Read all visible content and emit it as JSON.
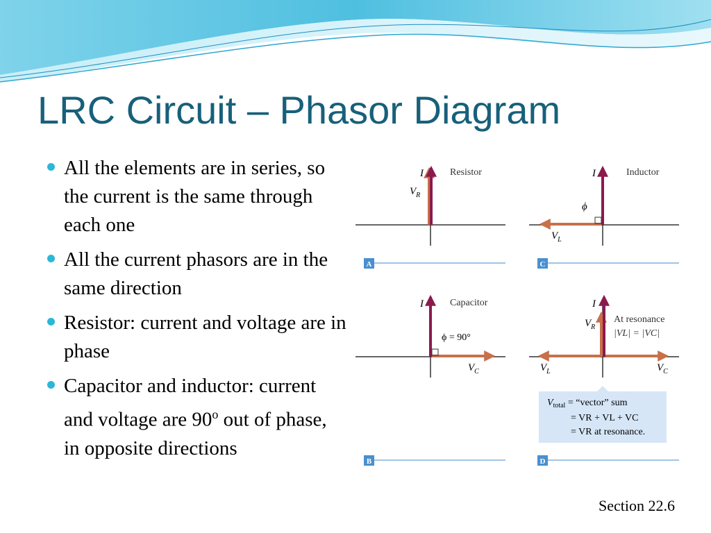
{
  "slide": {
    "title": "LRC Circuit – Phasor Diagram",
    "bullets": [
      "All the elements are in series, so the current is the same through each one",
      "All the current phasors are in the same direction",
      "Resistor: current and voltage are in phase",
      "Capacitor and inductor: current and voltage are 90",
      "out of phase, in opposite directions"
    ],
    "bullet4_degree": "o",
    "section": "Section 22.6"
  },
  "figure": {
    "colors": {
      "current": "#8b1a4e",
      "voltage": "#c8704a",
      "axis": "#333333",
      "panel_label_bg": "#4a8fcf",
      "info_box": "#d6e6f7"
    },
    "panels": {
      "A": {
        "label": "A",
        "title": "Resistor",
        "current": "I",
        "voltage": "V",
        "voltage_sub": "R"
      },
      "B": {
        "label": "B",
        "title": "Capacitor",
        "current": "I",
        "phase": "ϕ = 90°",
        "voltage": "V",
        "voltage_sub": "C"
      },
      "C": {
        "label": "C",
        "title": "Inductor",
        "current": "I",
        "phase": "ϕ",
        "voltage": "V",
        "voltage_sub": "L"
      },
      "D": {
        "label": "D",
        "current": "I",
        "vr": "V",
        "vr_sub": "R",
        "vl": "V",
        "vl_sub": "L",
        "vc": "V",
        "vc_sub": "C",
        "resonance_title": "At resonance",
        "resonance_eq": "|VL| = |VC|",
        "box_line1_a": "V",
        "box_line1_sub": "total",
        "box_line1_b": " = “vector” sum",
        "box_line2": "= VR + VL + VC",
        "box_line3": "= VR at resonance."
      }
    }
  }
}
